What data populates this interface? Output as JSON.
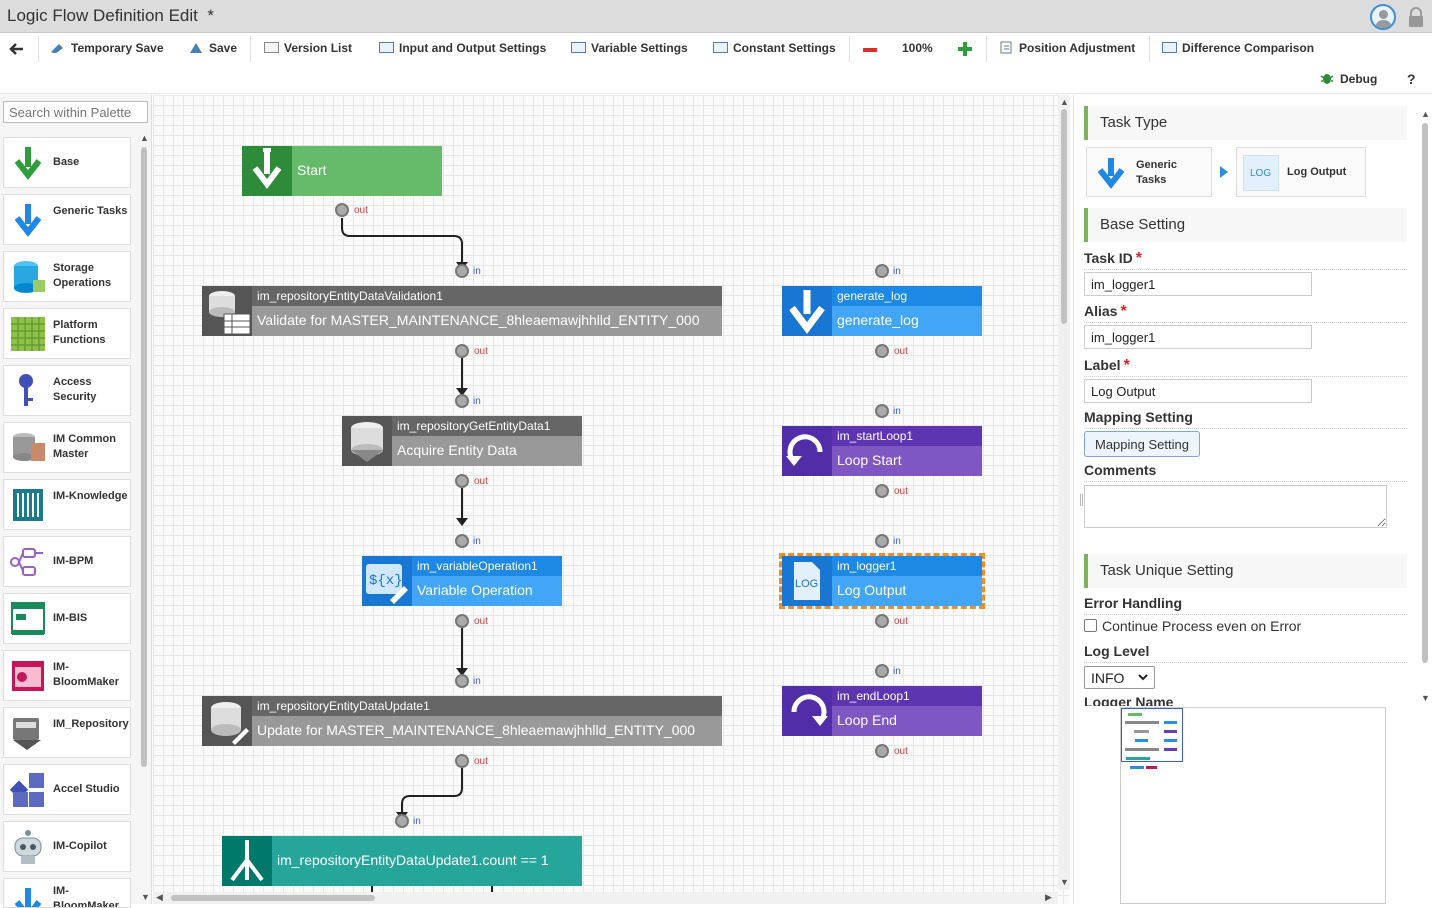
{
  "title_bar": {
    "title": "Logic Flow Definition Edit",
    "modified": "*"
  },
  "toolbar": {
    "temporary_save": "Temporary Save",
    "save": "Save",
    "version_list": "Version List",
    "io_settings": "Input and Output Settings",
    "variable_settings": "Variable Settings",
    "constant_settings": "Constant Settings",
    "zoom": "100%",
    "position_adjustment": "Position Adjustment",
    "difference_comparison": "Difference Comparison",
    "debug": "Debug",
    "help": "?"
  },
  "palette": {
    "search_placeholder": "Search within Palette",
    "items": [
      {
        "label": "Base",
        "icon": "down-arrow-green-icon"
      },
      {
        "label": "Generic Tasks",
        "icon": "down-arrow-blue-icon"
      },
      {
        "label": "Storage Operations",
        "icon": "database-icon"
      },
      {
        "label": "Platform Functions",
        "icon": "grid-icon"
      },
      {
        "label": "Access Security",
        "icon": "key-icon"
      },
      {
        "label": "IM Common Master",
        "icon": "master-icon"
      },
      {
        "label": "IM-Knowledge",
        "icon": "knowledge-icon"
      },
      {
        "label": "IM-BPM",
        "icon": "bpm-icon"
      },
      {
        "label": "IM-BIS",
        "icon": "bis-icon"
      },
      {
        "label": "IM-BloomMaker",
        "icon": "bloommaker-icon"
      },
      {
        "label": "IM_Repository",
        "icon": "repository-icon"
      },
      {
        "label": "Accel Studio",
        "icon": "accel-icon"
      },
      {
        "label": "IM-Copilot",
        "icon": "robot-icon"
      },
      {
        "label": "IM-BloomMaker",
        "icon": "bloommaker-icon"
      }
    ]
  },
  "canvas": {
    "nodes": [
      {
        "id": "start",
        "header": "",
        "label": "Start",
        "color": "#66bb6a"
      },
      {
        "id": "n1",
        "header": "im_repositoryEntityDataValidation1",
        "label": "Validate for MASTER_MAINTENANCE_8hleaemawjhhlld_ENTITY_000",
        "color": "#777777"
      },
      {
        "id": "n2",
        "header": "im_repositoryGetEntityData1",
        "label": "Acquire Entity Data",
        "color": "#888888"
      },
      {
        "id": "n3",
        "header": "im_variableOperation1",
        "label": "Variable Operation",
        "color": "#2d8fd9"
      },
      {
        "id": "n4",
        "header": "im_repositoryEntityDataUpdate1",
        "label": "Update for MASTER_MAINTENANCE_8hleaemawjhhlld_ENTITY_000",
        "color": "#777777"
      },
      {
        "id": "n5",
        "header": "",
        "label": "im_repositoryEntityDataUpdate1.count == 1",
        "color": "#26a69a"
      },
      {
        "id": "n6",
        "header": "generate_log",
        "label": "generate_log",
        "color": "#2d8fd9"
      },
      {
        "id": "n7",
        "header": "im_startLoop1",
        "label": "Loop Start",
        "color": "#6a3db8"
      },
      {
        "id": "n8",
        "header": "im_logger1",
        "label": "Log Output",
        "color": "#2d8fd9"
      },
      {
        "id": "n9",
        "header": "im_endLoop1",
        "label": "Loop End",
        "color": "#6a3db8"
      }
    ],
    "port_in": "in",
    "port_out": "out"
  },
  "right_panel": {
    "task_type": {
      "title": "Task Type",
      "category": "Generic Tasks",
      "task": "Log Output",
      "task_icon_text": "LOG"
    },
    "base_setting": {
      "title": "Base Setting",
      "task_id_label": "Task ID",
      "task_id": "im_logger1",
      "alias_label": "Alias",
      "alias": "im_logger1",
      "label_label": "Label",
      "label": "Log Output",
      "mapping_label": "Mapping Setting",
      "mapping_button": "Mapping Setting",
      "comments_label": "Comments",
      "comments": "",
      "required": "*"
    },
    "unique_setting": {
      "title": "Task Unique Setting",
      "error_handling_label": "Error Handling",
      "continue_label": "Continue Process even on Error",
      "continue_checked": false,
      "log_level_label": "Log Level",
      "log_level": "INFO",
      "logger_name_label": "Logger Name"
    }
  }
}
